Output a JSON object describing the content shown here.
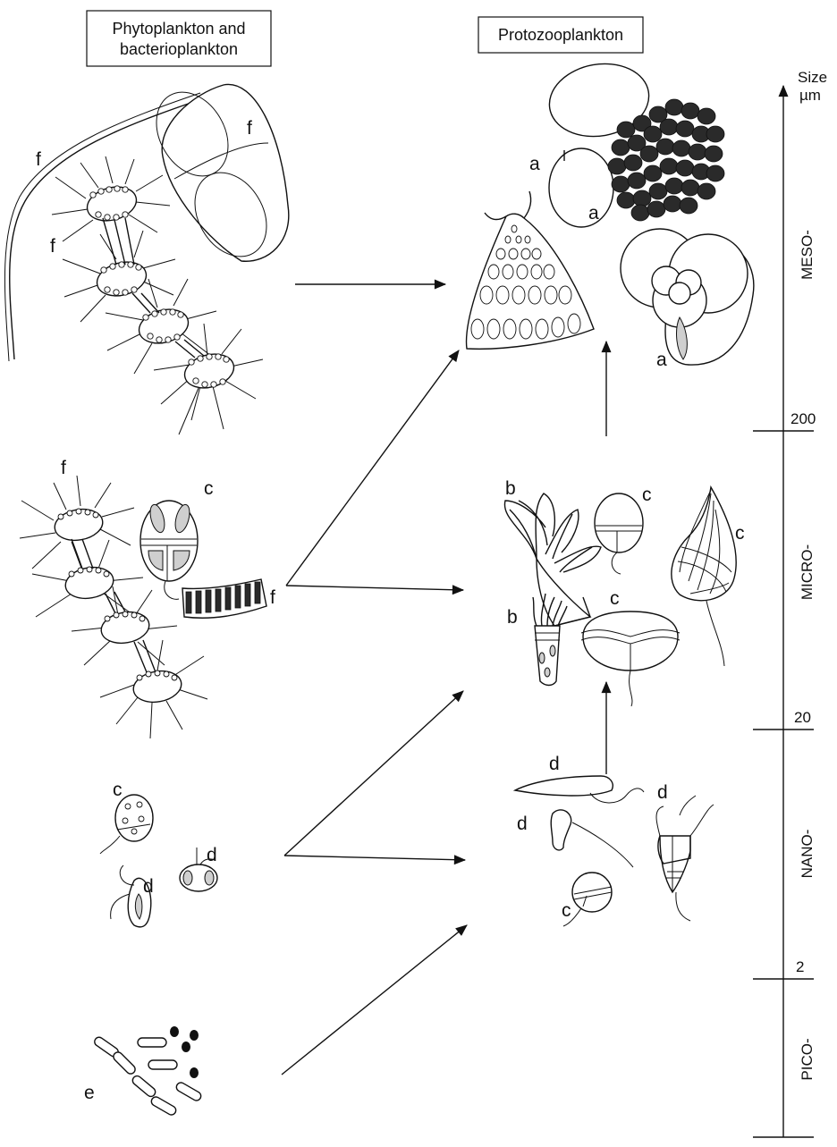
{
  "headers": {
    "phyto": [
      "Phytoplankton and",
      "bacterioplankton"
    ],
    "proto": "Protozooplankton"
  },
  "scale": {
    "title": "Size",
    "unit": "µm",
    "ticks": [
      "200",
      "20",
      "2"
    ],
    "classes": [
      "MESO-",
      "MICRO-",
      "NANO-",
      "PICO-"
    ]
  },
  "labels": {
    "a": "a",
    "b": "b",
    "c": "c",
    "d": "d",
    "e": "e",
    "f": "f"
  }
}
